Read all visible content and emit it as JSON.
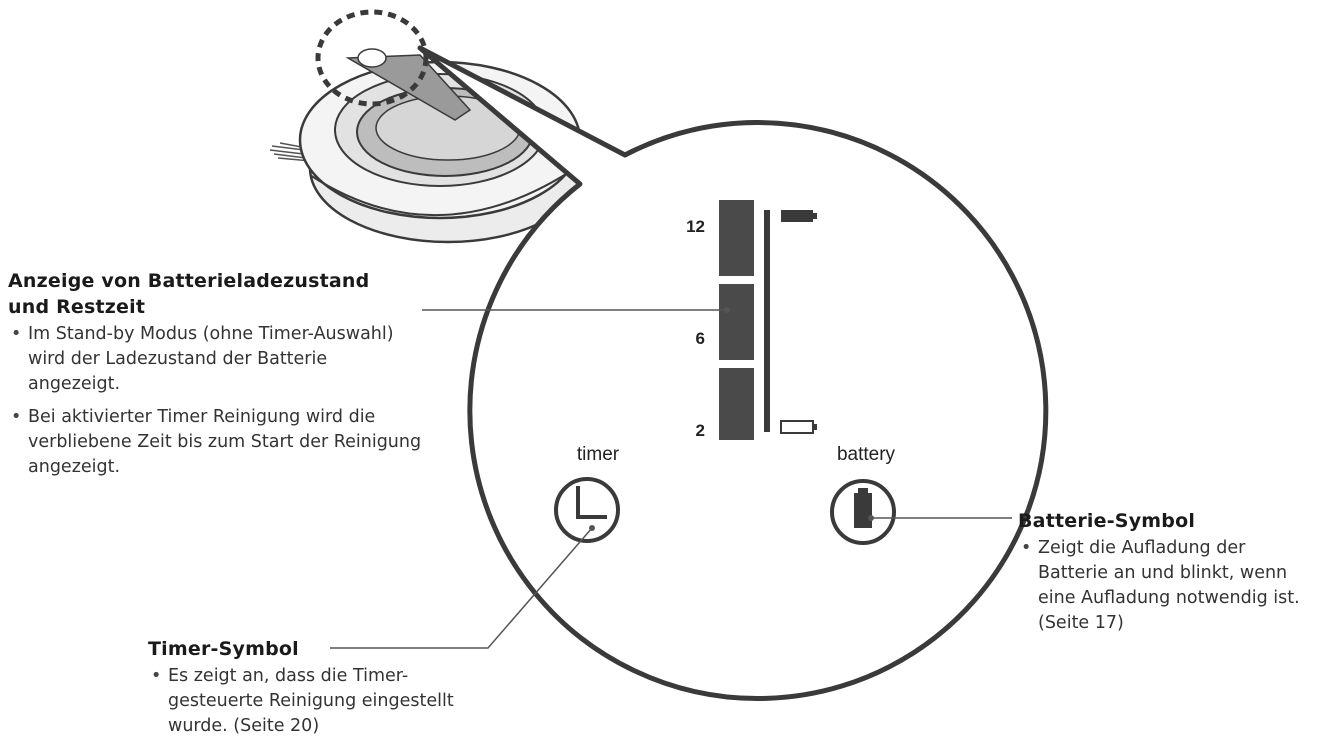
{
  "panel": {
    "scale_top": "12",
    "scale_mid": "6",
    "scale_bottom": "2",
    "timer_label": "timer",
    "battery_label": "battery"
  },
  "callouts": {
    "battery_status": {
      "title_line1": "Anzeige von Batterieladezustand",
      "title_line2": "und Restzeit",
      "bullet1": "Im Stand-by Modus (ohne Timer-Auswahl) wird der Ladezustand der Batterie angezeigt.",
      "bullet2": "Bei aktivierter Timer Reinigung wird die verbliebene Zeit bis zum Start der Reinigung angezeigt."
    },
    "battery_symbol": {
      "title": "Batterie-Symbol",
      "bullet1": "Zeigt die Aufladung der Batterie an und blinkt, wenn eine Aufladung notwendig ist. (Seite 17)"
    },
    "timer_symbol": {
      "title": "Timer-Symbol",
      "bullet1": "Es zeigt an, dass die Timer-gesteuerte Reinigung eingestellt wurde. (Seite 20)"
    }
  },
  "colors": {
    "outline": "#3a3a3a",
    "segment": "#4a4a4a",
    "leader": "#555555"
  }
}
